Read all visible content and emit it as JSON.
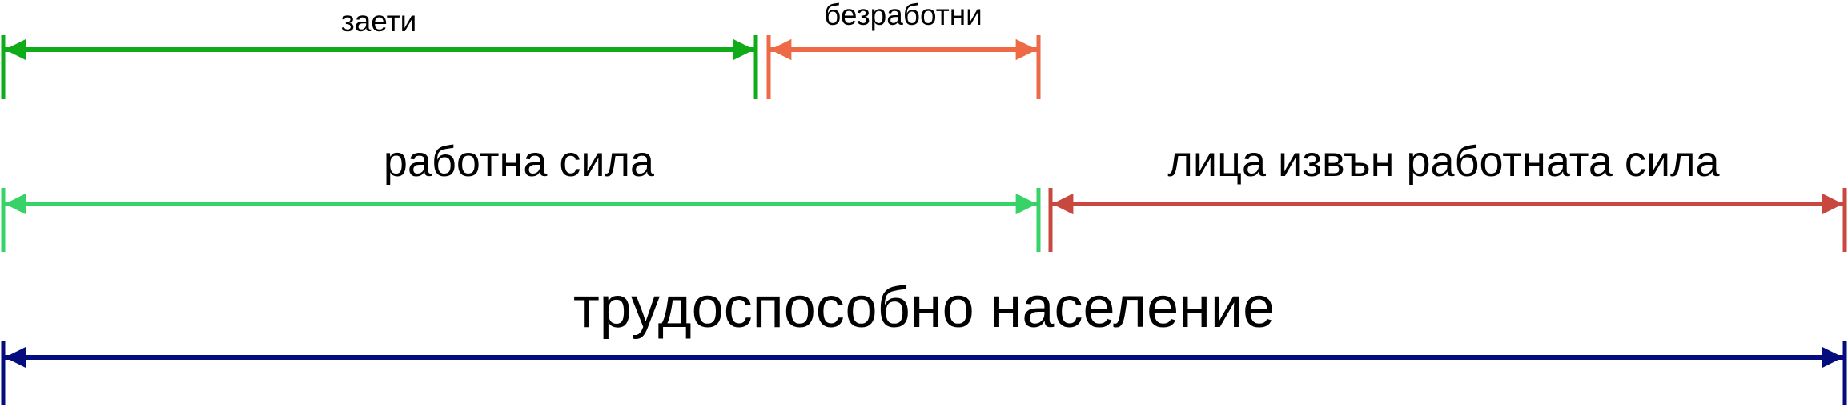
{
  "segments": {
    "employed": {
      "label": "заети",
      "color": "#0fab18"
    },
    "unemployed": {
      "label": "безработни",
      "color": "#ee6a47"
    },
    "labor_force": {
      "label": "работна сила",
      "color": "#37d268"
    },
    "outside_labor_force": {
      "label": "лица извън работната сила",
      "color": "#c8483f"
    },
    "working_age_population": {
      "label": "трудоспособно население",
      "color": "#050d7e"
    }
  }
}
